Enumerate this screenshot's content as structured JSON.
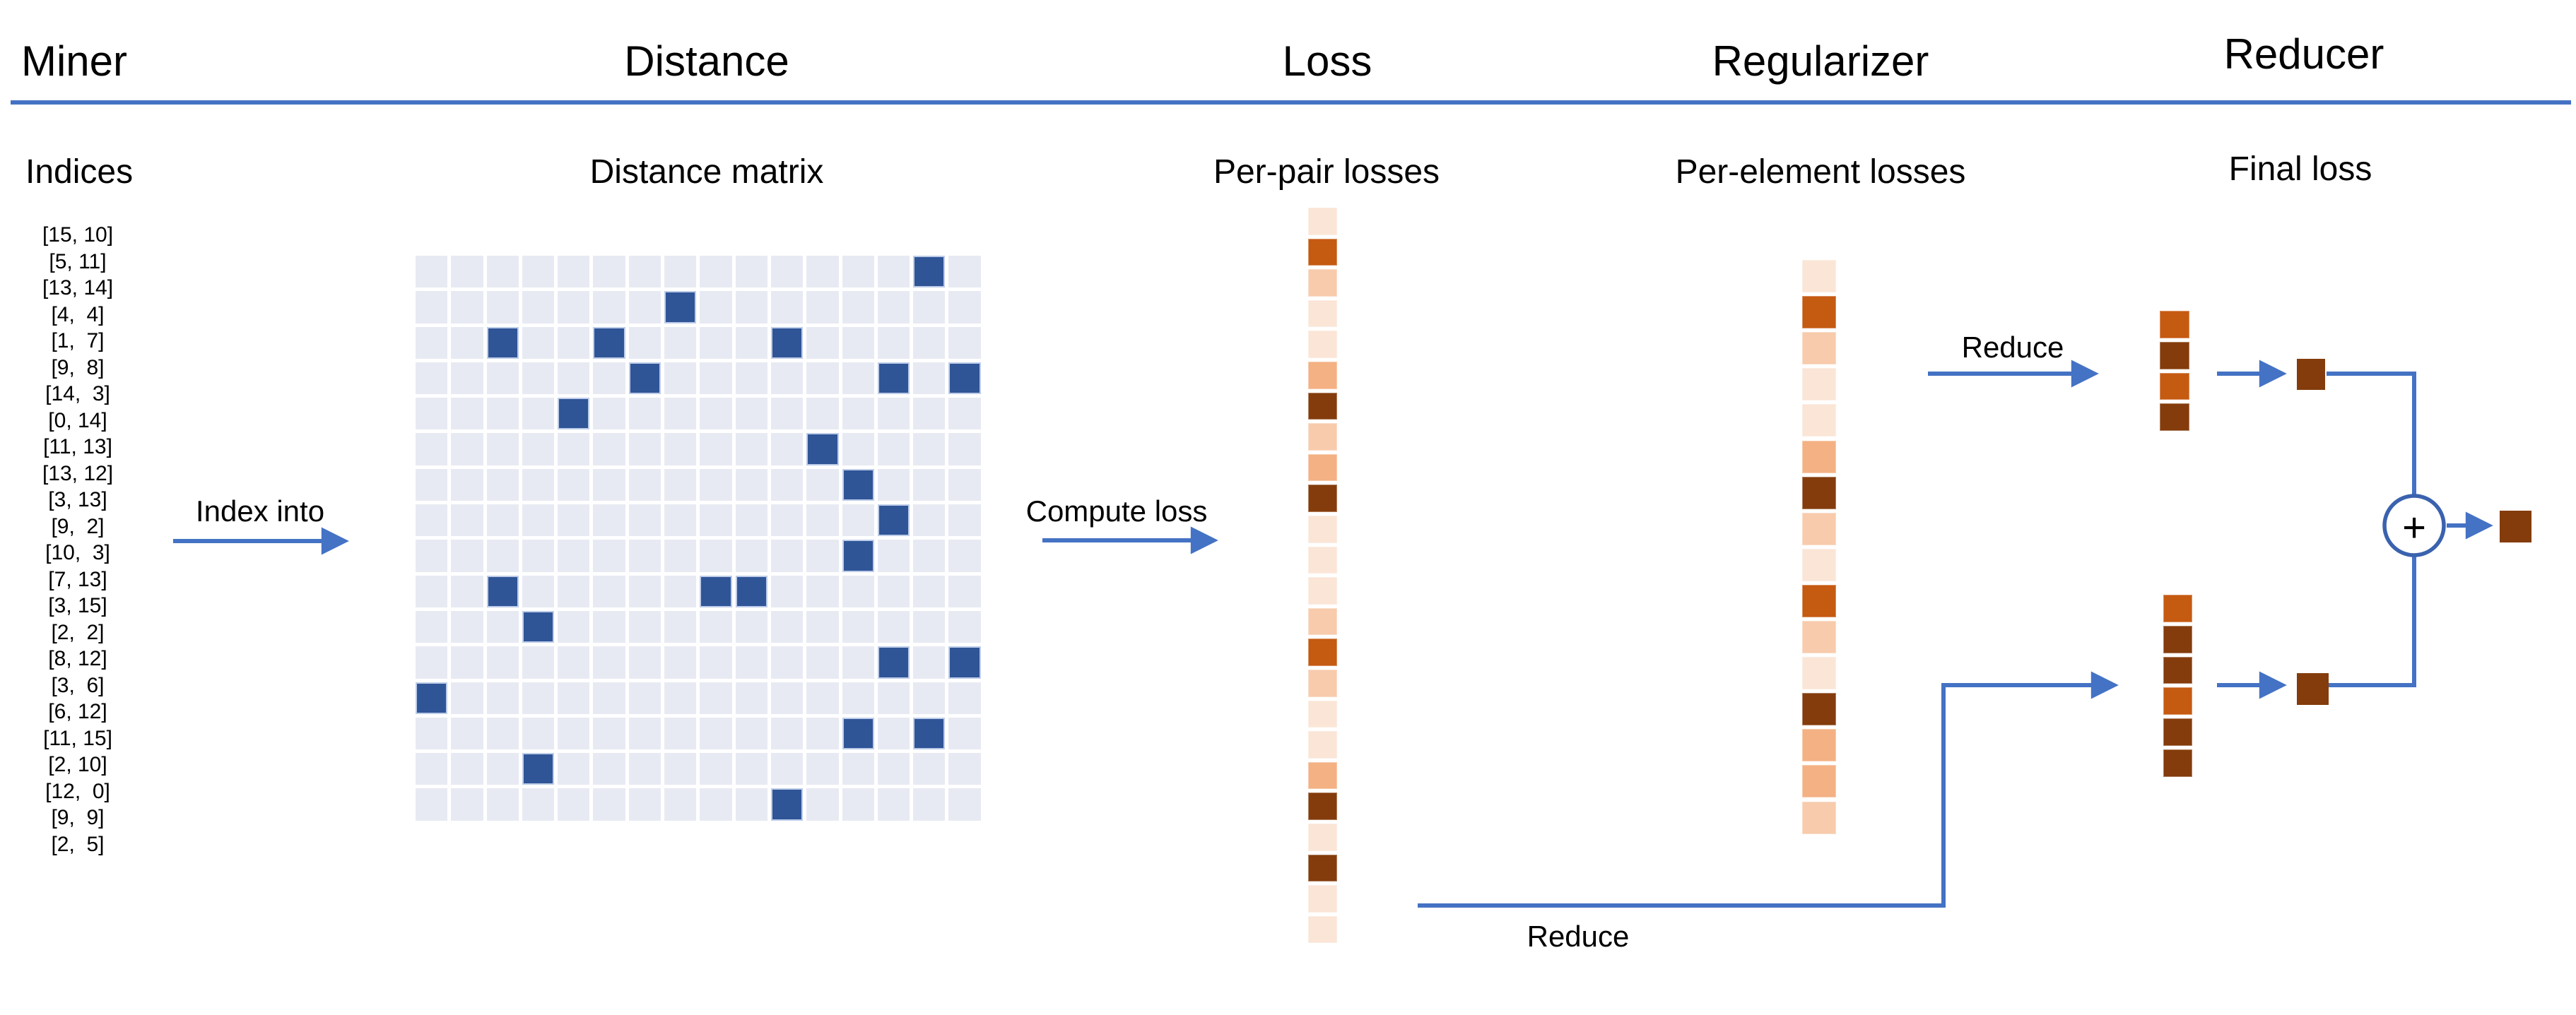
{
  "colors": {
    "accent_blue": "#4472C4",
    "matrix_dark": "#2F5597",
    "matrix_light": "#E8EAF3",
    "circle_stroke": "#3A62AE",
    "loss_scale": {
      "l0": "#FBE5D6",
      "l1": "#F7CBAC",
      "l2": "#F4B183",
      "l3": "#C55A11",
      "l4": "#843C0C"
    }
  },
  "headers": {
    "miner": "Miner",
    "distance": "Distance",
    "loss": "Loss",
    "regularizer": "Regularizer",
    "reducer": "Reducer"
  },
  "sublabels": {
    "indices": "Indices",
    "distance_matrix": "Distance matrix",
    "per_pair": "Per-pair losses",
    "per_element": "Per-element losses",
    "final_loss": "Final loss"
  },
  "arrow_labels": {
    "index_into": "Index into",
    "compute_loss": "Compute loss",
    "reduce_top": "Reduce",
    "reduce_bottom": "Reduce"
  },
  "reducer": {
    "plus_symbol": "+"
  },
  "miner_indices": [
    "[15, 10]",
    "[5, 11]",
    "[13, 14]",
    "[4,  4]",
    "[1,  7]",
    "[9,  8]",
    "[14,  3]",
    "[0, 14]",
    "[11, 13]",
    "[13, 12]",
    "[3, 13]",
    "[9,  2]",
    "[10,  3]",
    "[7, 13]",
    "[3, 15]",
    "[2,  2]",
    "[8, 12]",
    "[3,  6]",
    "[6, 12]",
    "[11, 15]",
    "[2, 10]",
    "[12,  0]",
    "[9,  9]",
    "[2,  5]"
  ],
  "distance_matrix": {
    "rows": 16,
    "cols": 16,
    "highlighted_cells": [
      [
        15,
        10
      ],
      [
        5,
        11
      ],
      [
        13,
        14
      ],
      [
        4,
        4
      ],
      [
        1,
        7
      ],
      [
        9,
        8
      ],
      [
        14,
        3
      ],
      [
        0,
        14
      ],
      [
        11,
        13
      ],
      [
        13,
        12
      ],
      [
        3,
        13
      ],
      [
        9,
        2
      ],
      [
        10,
        3
      ],
      [
        7,
        13
      ],
      [
        3,
        15
      ],
      [
        2,
        2
      ],
      [
        8,
        12
      ],
      [
        3,
        6
      ],
      [
        6,
        12
      ],
      [
        11,
        15
      ],
      [
        2,
        10
      ],
      [
        12,
        0
      ],
      [
        9,
        9
      ],
      [
        2,
        5
      ]
    ]
  },
  "per_pair_losses": [
    "l0",
    "l3",
    "l1",
    "l0",
    "l0",
    "l2",
    "l4",
    "l1",
    "l2",
    "l4",
    "l0",
    "l0",
    "l0",
    "l1",
    "l3",
    "l1",
    "l0",
    "l0",
    "l2",
    "l4",
    "l0",
    "l4",
    "l0",
    "l0"
  ],
  "per_element_losses": [
    "l0",
    "l3",
    "l1",
    "l0",
    "l0",
    "l2",
    "l4",
    "l1",
    "l0",
    "l3",
    "l1",
    "l0",
    "l4",
    "l2",
    "l2",
    "l1"
  ],
  "reduced_top_strip": [
    "l3",
    "l4",
    "l3",
    "l4"
  ],
  "reduced_bottom_strip": [
    "l3",
    "l4",
    "l4",
    "l3",
    "l4",
    "l4"
  ],
  "single_cells": {
    "top": "l4",
    "bottom": "l4",
    "final": "l4"
  }
}
